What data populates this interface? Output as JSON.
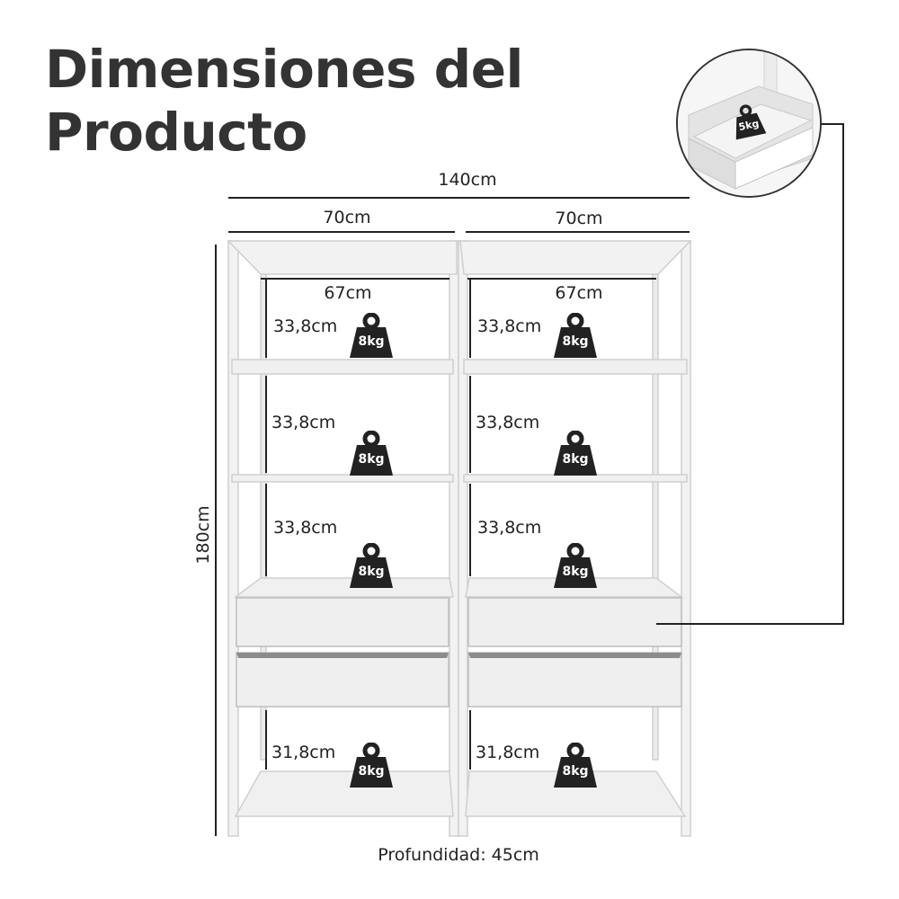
{
  "title": {
    "line1": "Dimensiones del",
    "line2": "Producto"
  },
  "dimensions": {
    "total_width": "140cm",
    "half_width_left": "70cm",
    "half_width_right": "70cm",
    "inner_width_left": "67cm",
    "inner_width_right": "67cm",
    "height": "180cm",
    "depth": "Profundidad: 45cm"
  },
  "compartments": [
    {
      "left": "33,8cm",
      "right": "33,8cm"
    },
    {
      "left": "33,8cm",
      "right": "33,8cm"
    },
    {
      "left": "33,8cm",
      "right": "33,8cm"
    },
    {
      "left": "31,8cm",
      "right": "31,8cm"
    }
  ],
  "shelf_load": "8kg",
  "drawer_load": "5kg",
  "colors": {
    "accent": "#222222",
    "panel": "#f0f0f0",
    "edge": "#cfcfcf"
  }
}
